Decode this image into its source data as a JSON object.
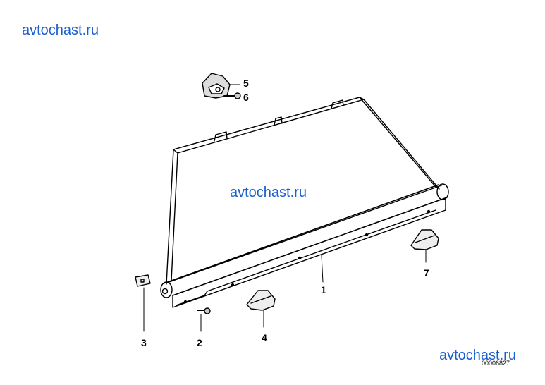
{
  "watermarks": [
    "avtochast.ru",
    "avtochast.ru",
    "avtochast.ru"
  ],
  "callouts": {
    "p1": "1",
    "p2": "2",
    "p3": "3",
    "p4": "4",
    "p5": "5",
    "p6": "6",
    "p7": "7"
  },
  "document_number": "00006827",
  "colors": {
    "watermark": "#1a5fd0",
    "line": "#000000"
  }
}
